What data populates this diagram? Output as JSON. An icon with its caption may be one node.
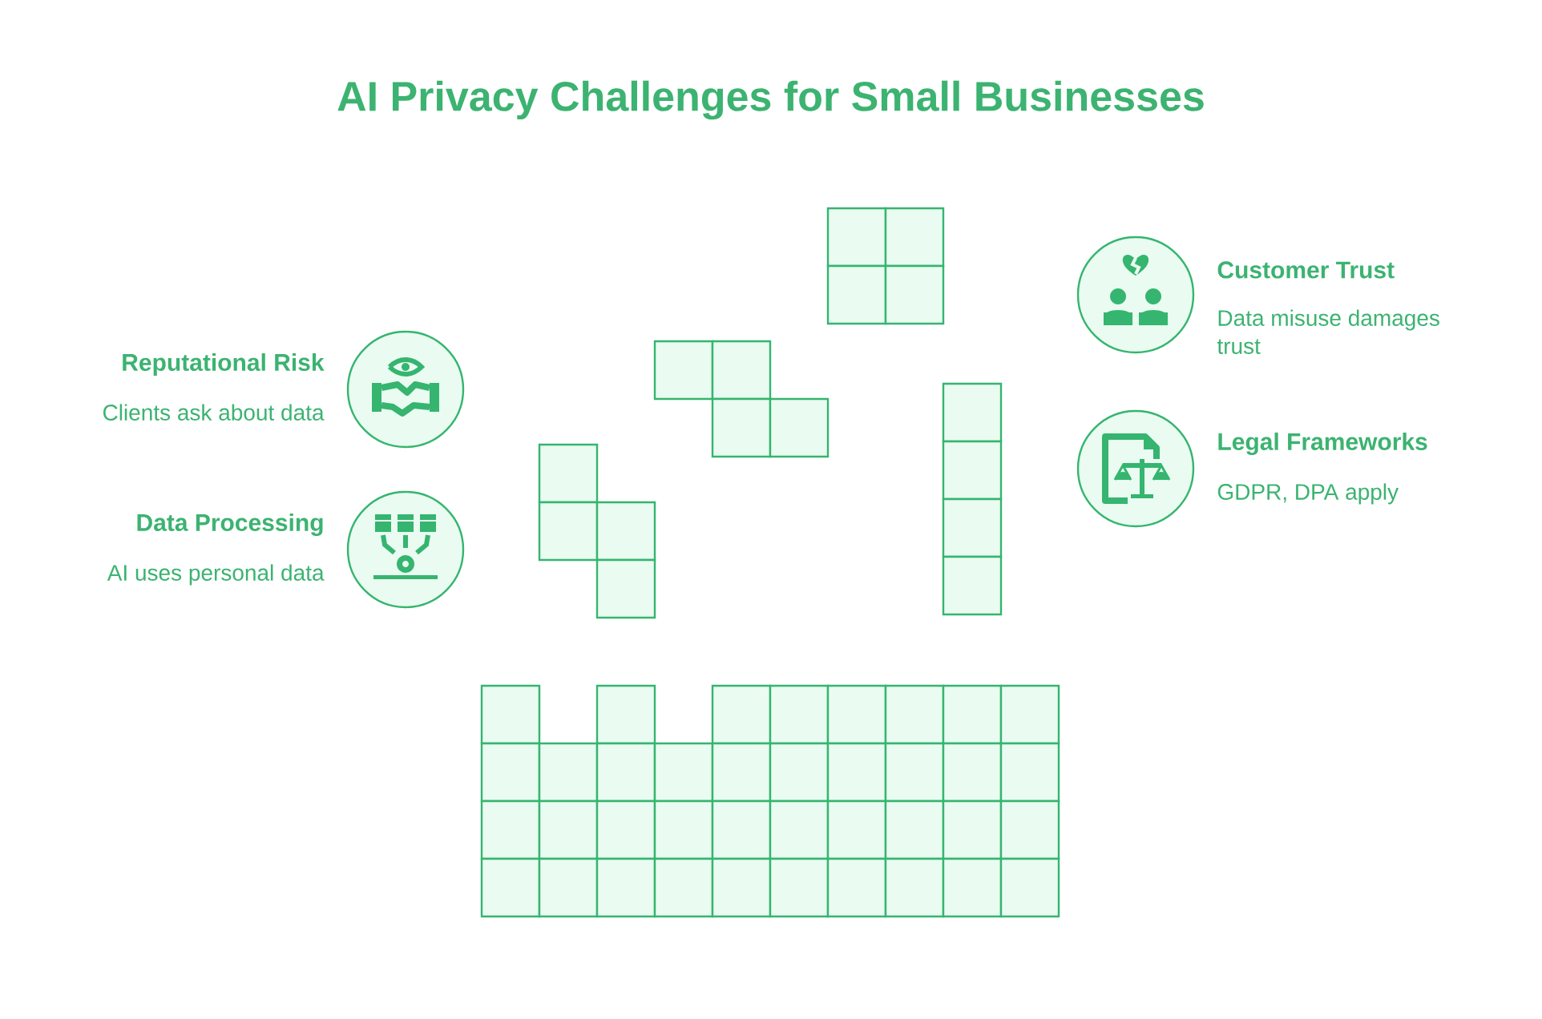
{
  "diagram": {
    "title": "AI Privacy Challenges for Small Businesses",
    "nodes": [
      {
        "text": [
          "Reputational Risk",
          "Clients ask about data"
        ]
      },
      {
        "text": [
          "Data Processing",
          "AI uses personal data"
        ]
      },
      {
        "text": [
          "Customer Trust",
          "Data misuse damages trust"
        ]
      },
      {
        "text": [
          "Legal Frameworks",
          "GDPR, DPA apply"
        ]
      }
    ]
  }
}
